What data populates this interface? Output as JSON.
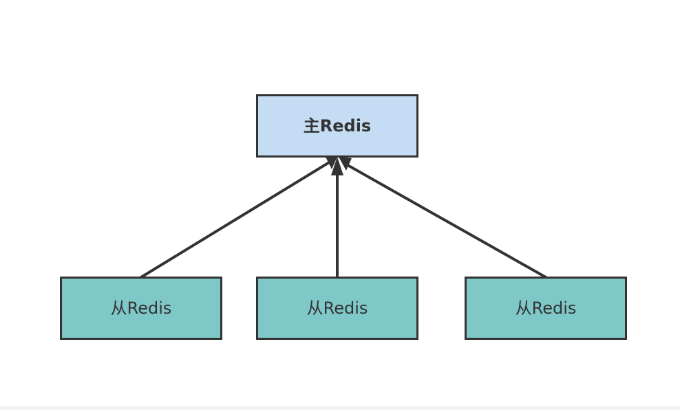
{
  "colors": {
    "master_fill": "#c5ddf4",
    "slave_fill": "#7fc8c8",
    "stroke": "#333333",
    "text": "#333333"
  },
  "master": {
    "label": "主Redis"
  },
  "slaves": [
    {
      "label": "从Redis"
    },
    {
      "label": "从Redis"
    },
    {
      "label": "从Redis"
    }
  ]
}
